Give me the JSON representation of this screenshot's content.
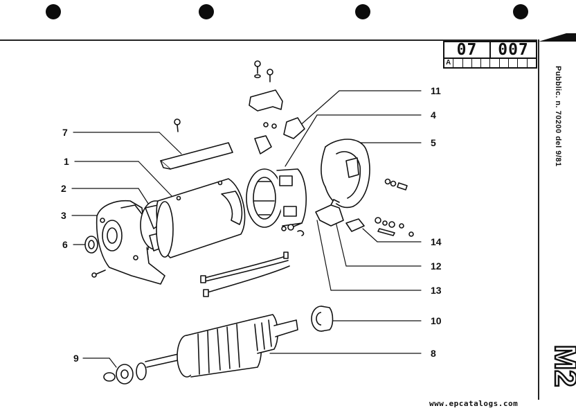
{
  "header": {
    "plate_code": [
      "07",
      "007"
    ],
    "revision_letter": "A"
  },
  "side_text": {
    "publication": "Pubblic. n. 70200 del 9/81",
    "section_code": "M2"
  },
  "callouts": [
    {
      "id": "1",
      "label": "1"
    },
    {
      "id": "2",
      "label": "2"
    },
    {
      "id": "3",
      "label": "3"
    },
    {
      "id": "4",
      "label": "4"
    },
    {
      "id": "5",
      "label": "5"
    },
    {
      "id": "6",
      "label": "6"
    },
    {
      "id": "7",
      "label": "7"
    },
    {
      "id": "8",
      "label": "8"
    },
    {
      "id": "9",
      "label": "9"
    },
    {
      "id": "10",
      "label": "10"
    },
    {
      "id": "11",
      "label": "11"
    },
    {
      "id": "12",
      "label": "12"
    },
    {
      "id": "13",
      "label": "13"
    },
    {
      "id": "14",
      "label": "14"
    }
  ],
  "watermark": "www.epcatalogs.com"
}
